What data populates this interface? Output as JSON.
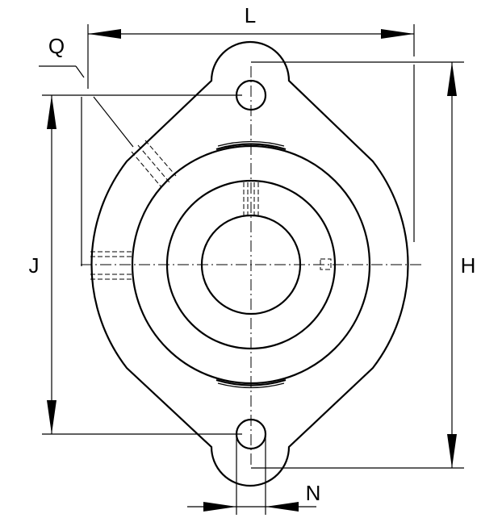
{
  "labels": {
    "L": "L",
    "Q": "Q",
    "J": "J",
    "H": "H",
    "N": "N"
  },
  "colors": {
    "line": "#000000",
    "background": "#ffffff"
  }
}
